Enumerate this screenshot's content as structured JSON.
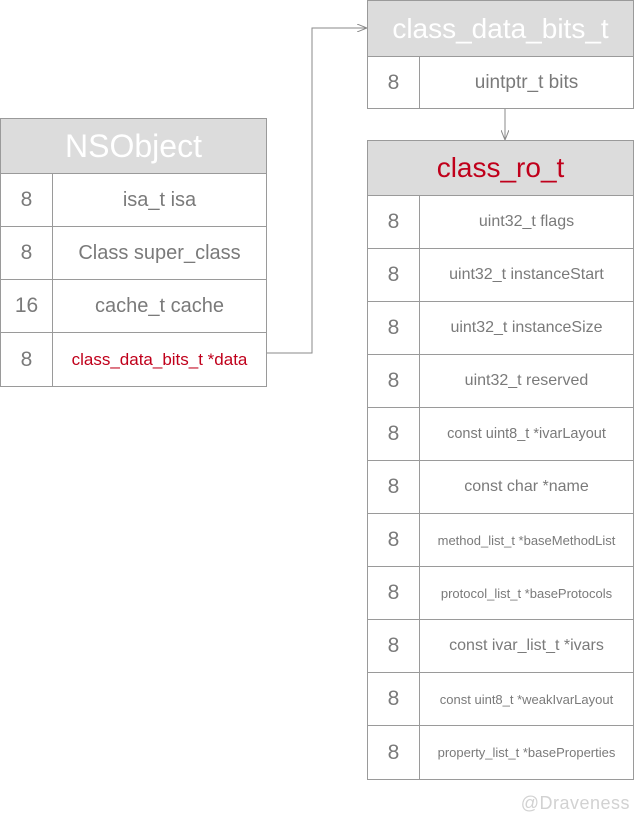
{
  "nsobject": {
    "title": "NSObject",
    "rows": [
      {
        "size": "8",
        "field": "isa_t isa"
      },
      {
        "size": "8",
        "field": "Class super_class"
      },
      {
        "size": "16",
        "field": "cache_t cache"
      },
      {
        "size": "8",
        "field": "class_data_bits_t *data"
      }
    ]
  },
  "class_data_bits": {
    "title": "class_data_bits_t",
    "rows": [
      {
        "size": "8",
        "field": "uintptr_t bits"
      }
    ]
  },
  "class_ro": {
    "title": "class_ro_t",
    "rows": [
      {
        "size": "8",
        "field": "uint32_t flags"
      },
      {
        "size": "8",
        "field": "uint32_t instanceStart"
      },
      {
        "size": "8",
        "field": "uint32_t instanceSize"
      },
      {
        "size": "8",
        "field": "uint32_t reserved"
      },
      {
        "size": "8",
        "field": "const uint8_t *ivarLayout"
      },
      {
        "size": "8",
        "field": "const char *name"
      },
      {
        "size": "8",
        "field": "method_list_t *baseMethodList"
      },
      {
        "size": "8",
        "field": "protocol_list_t *baseProtocols"
      },
      {
        "size": "8",
        "field": "const ivar_list_t *ivars"
      },
      {
        "size": "8",
        "field": "const uint8_t *weakIvarLayout"
      },
      {
        "size": "8",
        "field": "property_list_t *baseProperties"
      }
    ]
  },
  "colors": {
    "header_bg": "#dcdcdc",
    "border": "#9a9a9a",
    "highlight": "#c0001b",
    "text": "#7a7a7a"
  },
  "watermark": "@Draveness"
}
